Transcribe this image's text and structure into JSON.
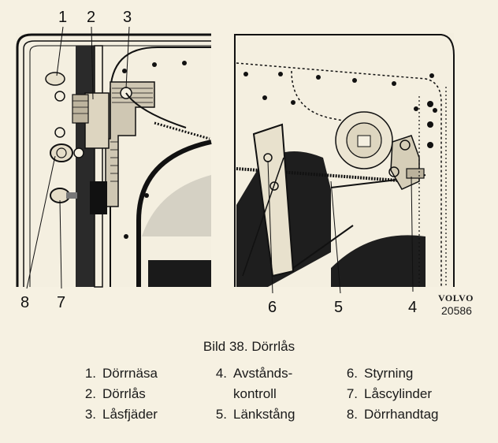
{
  "figure": {
    "callouts": [
      "1",
      "2",
      "3",
      "8",
      "7",
      "6",
      "5",
      "4"
    ],
    "brand": "VOLVO",
    "ref_number": "20586"
  },
  "caption": "Bild 38.  Dörrlås",
  "legend": [
    {
      "num": "1.",
      "text": "Dörrnäsa"
    },
    {
      "num": "2.",
      "text": "Dörrlås"
    },
    {
      "num": "3.",
      "text": "Låsfjäder"
    },
    {
      "num": "4.",
      "text": "Avstånds-",
      "text2": "kontroll"
    },
    {
      "num": "5.",
      "text": "Länkstång"
    },
    {
      "num": "6.",
      "text": "Styrning"
    },
    {
      "num": "7.",
      "text": "Låscylinder"
    },
    {
      "num": "8.",
      "text": "Dörrhandtag"
    }
  ]
}
